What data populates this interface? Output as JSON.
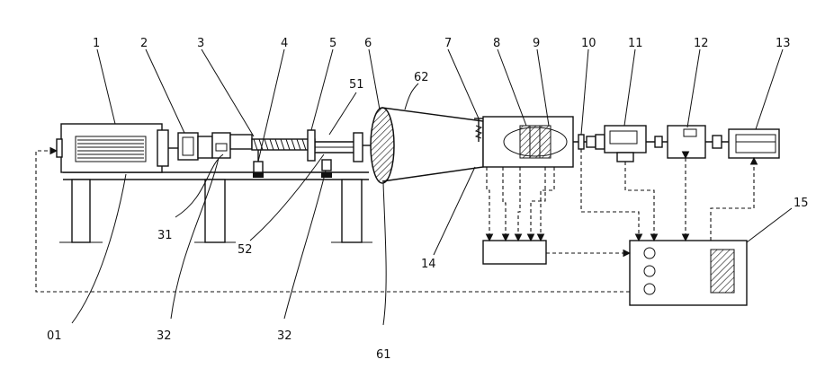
{
  "labels": {
    "l1": "1",
    "l2": "2",
    "l3": "3",
    "l4": "4",
    "l5": "5",
    "l6": "6",
    "l7": "7",
    "l8": "8",
    "l9": "9",
    "l10": "10",
    "l11": "11",
    "l12": "12",
    "l13": "13",
    "l14": "14",
    "l15": "15",
    "l01": "01",
    "l31": "31",
    "l32a": "32",
    "l32b": "32",
    "l51": "51",
    "l52": "52",
    "l61": "61",
    "l62": "62"
  }
}
